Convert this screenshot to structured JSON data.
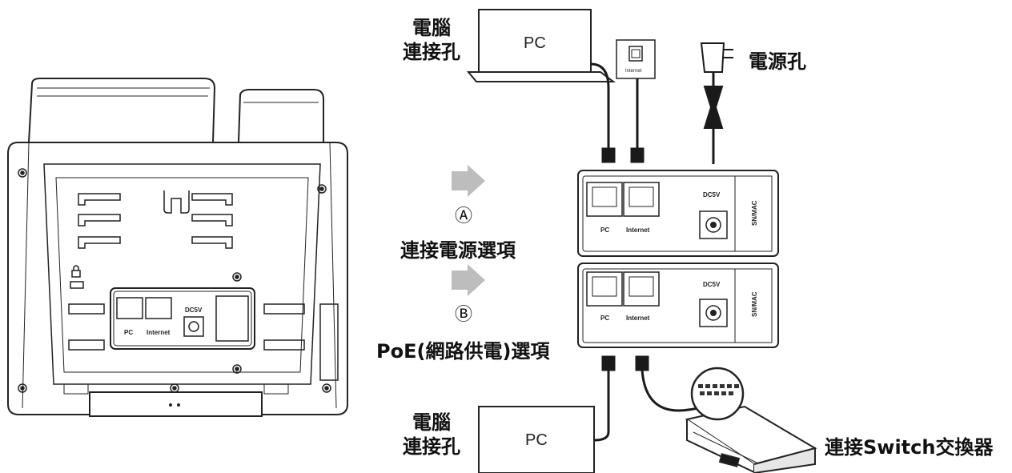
{
  "labels": {
    "pc_port_top": [
      "電腦",
      "連接孔"
    ],
    "power_port": "電源孔",
    "option_a_marker": "Ⓐ",
    "option_a": "連接電源選項",
    "option_b_marker": "Ⓑ",
    "option_b": "PoE(網路供電)選項",
    "pc_port_bottom": [
      "電腦",
      "連接孔"
    ],
    "switch": "連接Switch交換器"
  },
  "device": {
    "pc_screen_label": "PC",
    "wall_jack_label": "Internet",
    "port_pc": "PC",
    "port_internet": "Internet",
    "power_spec": "DC5V",
    "mac_label": "SN/MAC"
  },
  "colors": {
    "arrow": "#bdbdbd",
    "line": "#222222",
    "cable": "#1a1a1a"
  }
}
